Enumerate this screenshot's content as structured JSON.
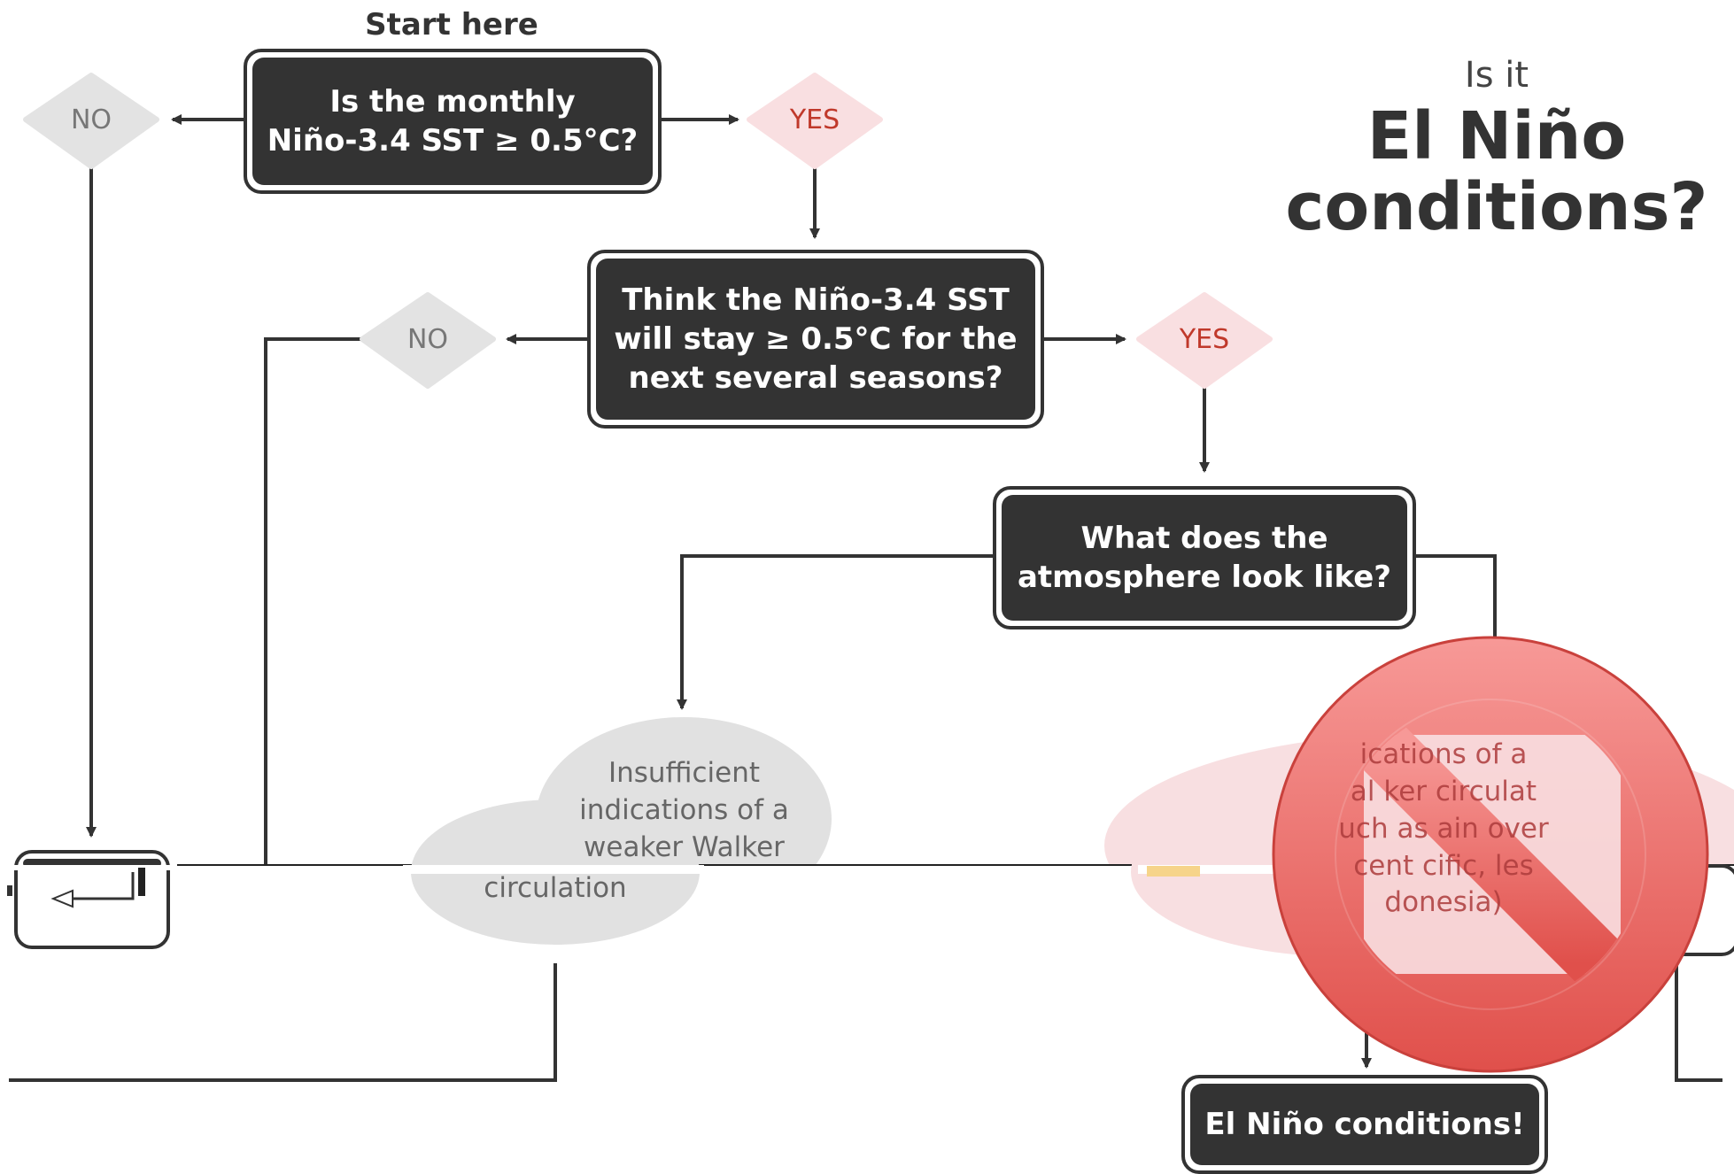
{
  "title": {
    "prefix": "Is it",
    "main": "El Niño conditions?"
  },
  "start_label": "Start here",
  "boxes": {
    "q1": "Is the monthly\nNiño-3.4 SST ≥ 0.5°C?",
    "q2": "Think the Niño-3.4 SST\nwill stay ≥ 0.5°C for the\nnext several seasons?",
    "q3": "What does the\natmosphere look like?",
    "result": "El Niño conditions!"
  },
  "decisions": {
    "no1": "NO",
    "yes1": "YES",
    "no2": "NO",
    "yes2": "YES"
  },
  "outcomes": {
    "insufficient_top": "Insufficient\nindications of a\nweaker Walker",
    "insufficient_bottom": "circulation",
    "indications_fragment": "ications of a\nal   ker circulat\nuch as   ain over\ncent   cific, les\n  donesia)"
  },
  "colors": {
    "box_fill": "#333333",
    "no_fill": "#e3e3e3",
    "no_text": "#777777",
    "yes_fill": "#f9dfe1",
    "yes_text": "#c0392b",
    "oval_grey": "#e1e1e1",
    "oval_pink": "#f8dfe1",
    "prohibition_red": "#ee5a57"
  },
  "icons": {
    "prohibition": "prohibition-sign-icon"
  }
}
